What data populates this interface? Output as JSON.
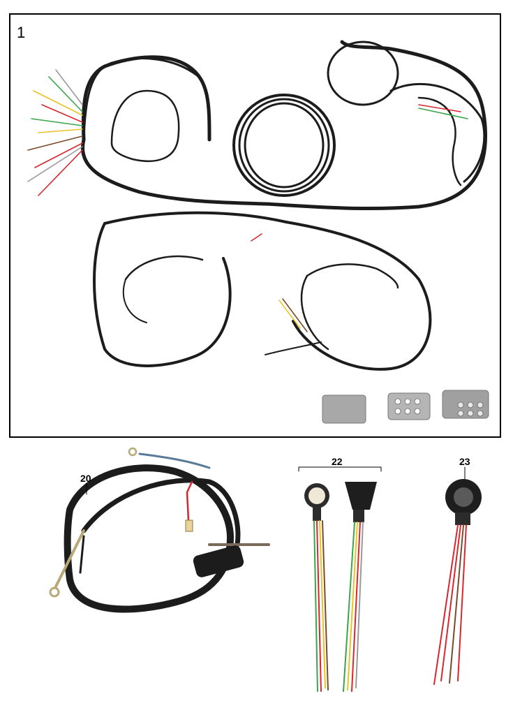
{
  "callouts": {
    "main_harness": "1",
    "harness_20": "20",
    "socket_22": "22",
    "socket_23": "23"
  },
  "colors": {
    "cable": "#1c1c1c",
    "red": "#d8262c",
    "green": "#3aa54a",
    "yellow": "#e8c326",
    "brown": "#7a4a2a",
    "grey": "#9a9a9a",
    "braid": "#b8a878",
    "connector_metal": "#a8a8a8"
  },
  "icons": [
    "wiring-harness",
    "wire-bundle",
    "connector-block",
    "ring-terminal",
    "round-socket"
  ]
}
